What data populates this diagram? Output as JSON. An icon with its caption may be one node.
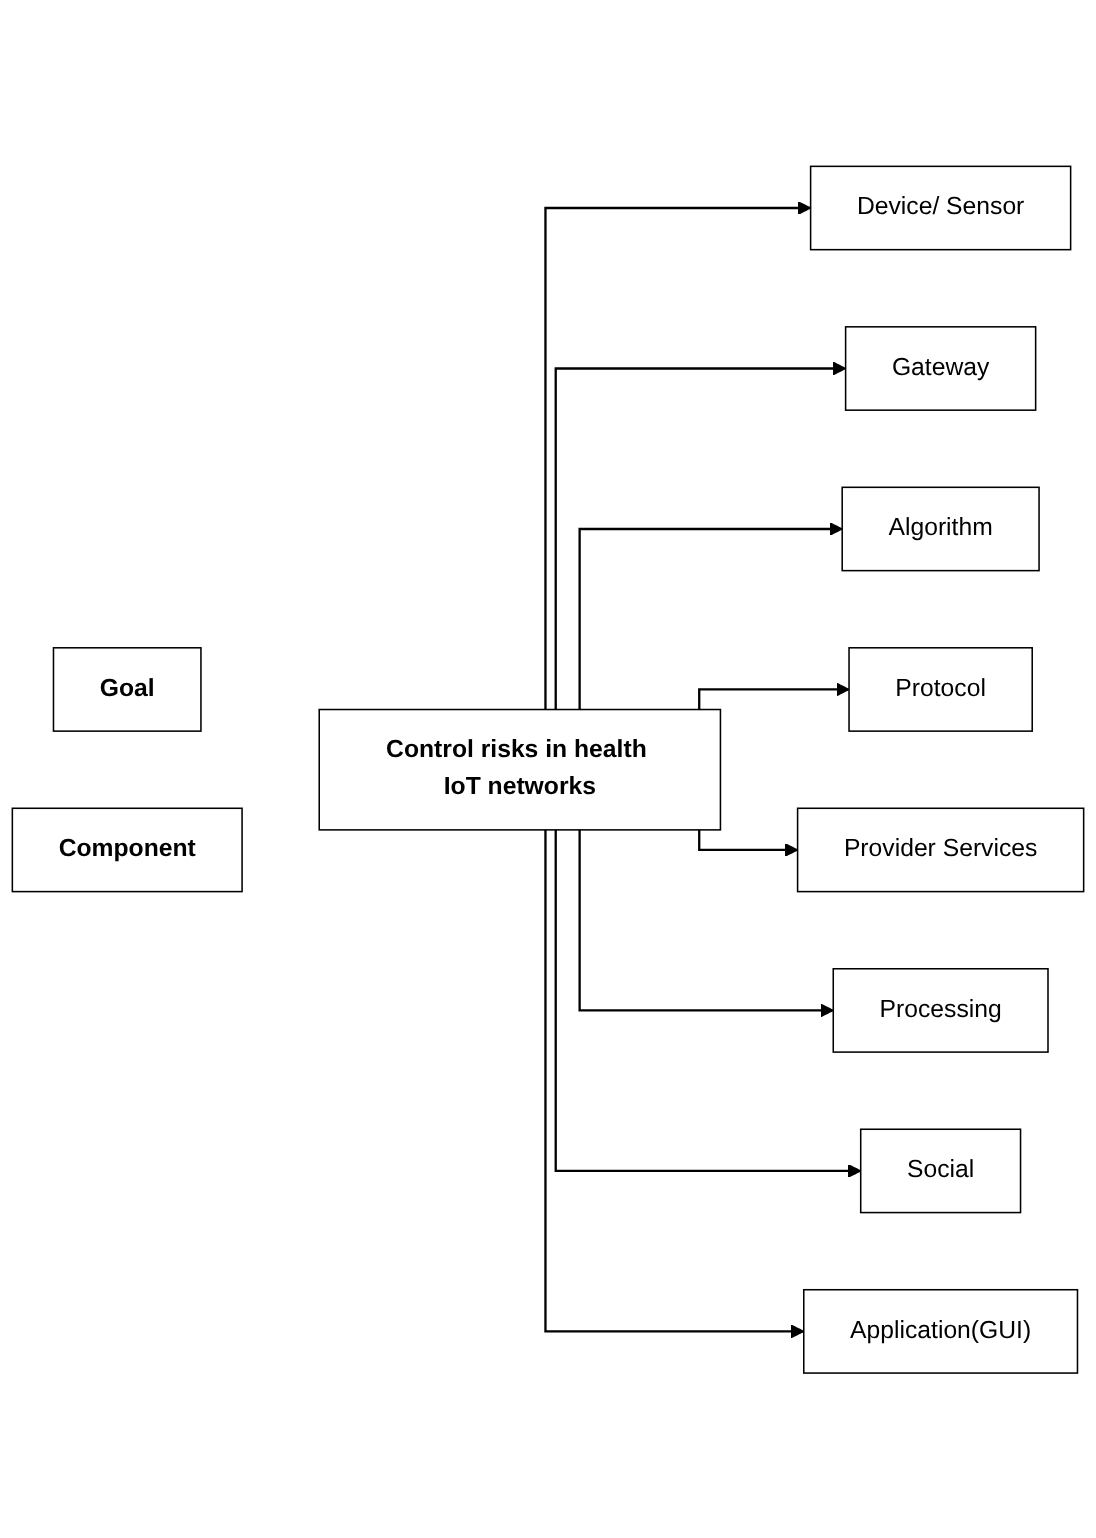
{
  "diagram": {
    "nodes": [
      {
        "text": [
          "Goal"
        ]
      },
      {
        "text": [
          "Component"
        ]
      },
      {
        "text": [
          "Control risks in health IoT networks"
        ]
      },
      {
        "text": [
          "Device/ Sensor"
        ]
      },
      {
        "text": [
          "Gateway"
        ]
      },
      {
        "text": [
          "Algorithm"
        ]
      },
      {
        "text": [
          "Protocol"
        ]
      },
      {
        "text": [
          "Provider Services"
        ]
      },
      {
        "text": [
          "Processing"
        ]
      },
      {
        "text": [
          "Social"
        ]
      },
      {
        "text": [
          "Application(GUI)"
        ]
      }
    ],
    "edges": [
      {
        "from": 2,
        "to": 3,
        "arrow": "to"
      },
      {
        "from": 2,
        "to": 4,
        "arrow": "to"
      },
      {
        "from": 2,
        "to": 5,
        "arrow": "to"
      },
      {
        "from": 2,
        "to": 6,
        "arrow": "to"
      },
      {
        "from": 2,
        "to": 7,
        "arrow": "to"
      },
      {
        "from": 2,
        "to": 8,
        "arrow": "to"
      },
      {
        "from": 2,
        "to": 9,
        "arrow": "to"
      },
      {
        "from": 2,
        "to": 10,
        "arrow": "to"
      }
    ]
  }
}
